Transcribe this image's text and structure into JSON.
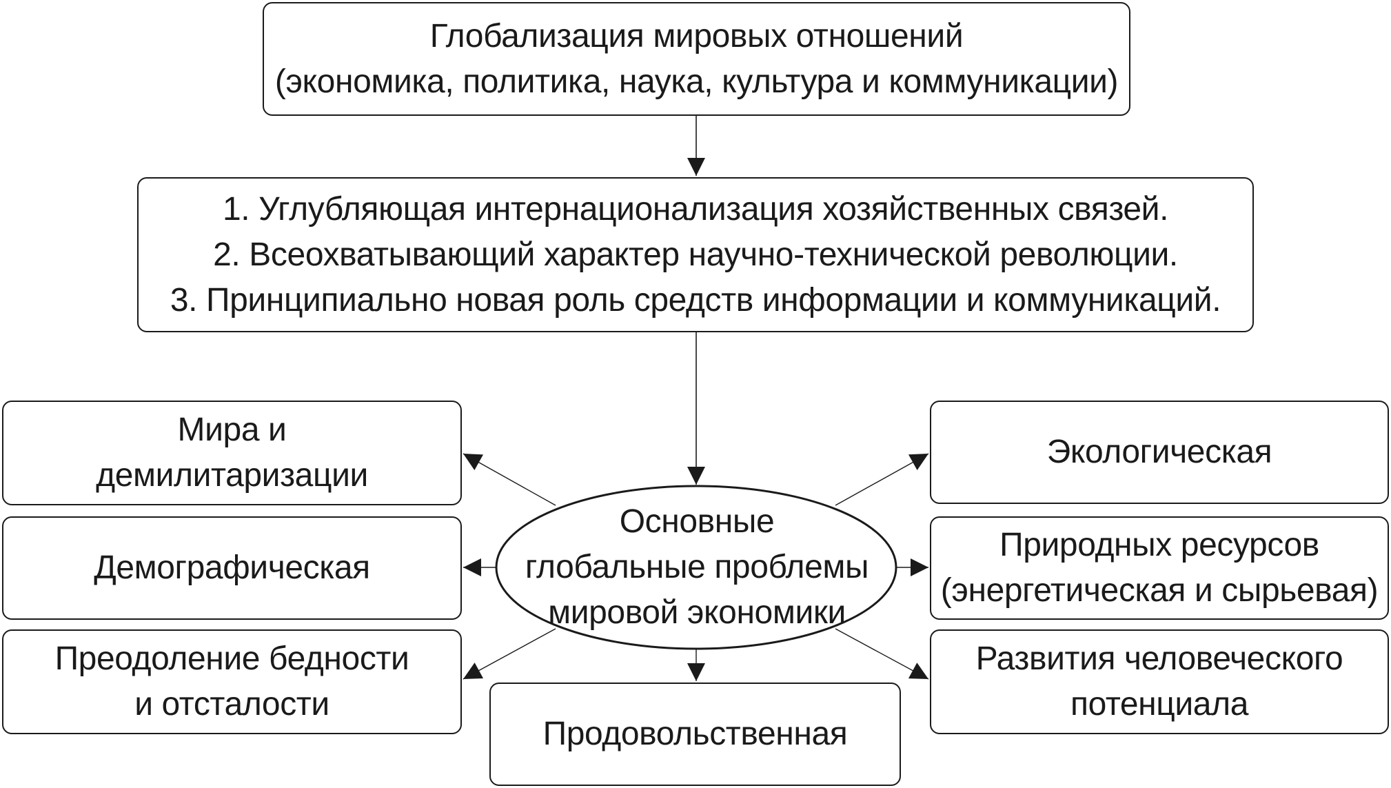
{
  "top": {
    "line1": "Глобализация мировых отношений",
    "line2": "(экономика, политика, наука, культура и коммуникации)"
  },
  "factors": {
    "items": [
      "1. Углубляющая интернационализация хозяйственных связей.",
      "2. Всеохватывающий характер научно-технической революции.",
      "3. Принципиально новая роль средств информации и коммуникаций."
    ]
  },
  "center": {
    "line1": "Основные",
    "line2": "глобальные проблемы",
    "line3": "мировой экономики"
  },
  "problems": {
    "peace": {
      "line1": "Мира и",
      "line2": "демилитаризации"
    },
    "demography": {
      "line1": "Демографическая"
    },
    "poverty": {
      "line1": "Преодоление бедности",
      "line2": "и отсталости"
    },
    "food": {
      "line1": "Продовольственная"
    },
    "ecology": {
      "line1": "Экологическая"
    },
    "resources": {
      "line1": "Природных ресурсов",
      "line2": "(энергетическая и сырьевая)"
    },
    "human": {
      "line1": "Развития человеческого",
      "line2": "потенциала"
    }
  },
  "colors": {
    "stroke": "#1a1a1a",
    "background": "#ffffff"
  }
}
